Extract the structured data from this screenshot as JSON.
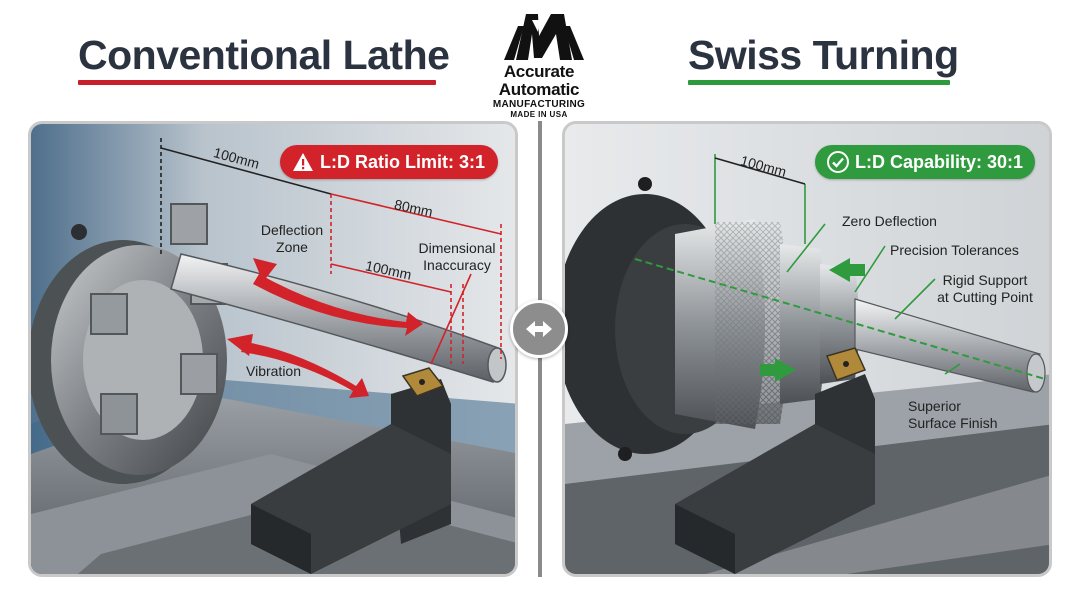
{
  "header": {
    "left_title": "Conventional Lathe",
    "right_title": "Swiss Turning",
    "left_accent": "#c8202b",
    "right_accent": "#2d9a3b"
  },
  "logo": {
    "line1": "Accurate",
    "line2": "Automatic",
    "line3": "MANUFACTURING",
    "line4": "MADE IN USA"
  },
  "left_panel": {
    "badge": {
      "icon": "warning-icon",
      "text": "L:D Ratio Limit: 3:1",
      "color": "#d2232a"
    },
    "dimensions": {
      "top": "100mm",
      "right": "80mm",
      "middle": "100mm"
    },
    "labels": {
      "deflection_line1": "Deflection",
      "deflection_line2": "Zone",
      "inaccuracy_line1": "Dimensional",
      "inaccuracy_line2": "Inaccuracy",
      "vibration": "Vibration"
    }
  },
  "right_panel": {
    "badge": {
      "icon": "check-circle-icon",
      "text": "L:D Capability: 30:1",
      "color": "#2f9a3e"
    },
    "dimensions": {
      "top": "100mm"
    },
    "labels": {
      "zero_deflection": "Zero Deflection",
      "precision": "Precision Tolerances",
      "rigid_line1": "Rigid Support",
      "rigid_line2": "at Cutting Point",
      "finish_line1": "Superior",
      "finish_line2": "Surface Finish"
    }
  },
  "center": {
    "icon": "swap-arrows-icon"
  }
}
